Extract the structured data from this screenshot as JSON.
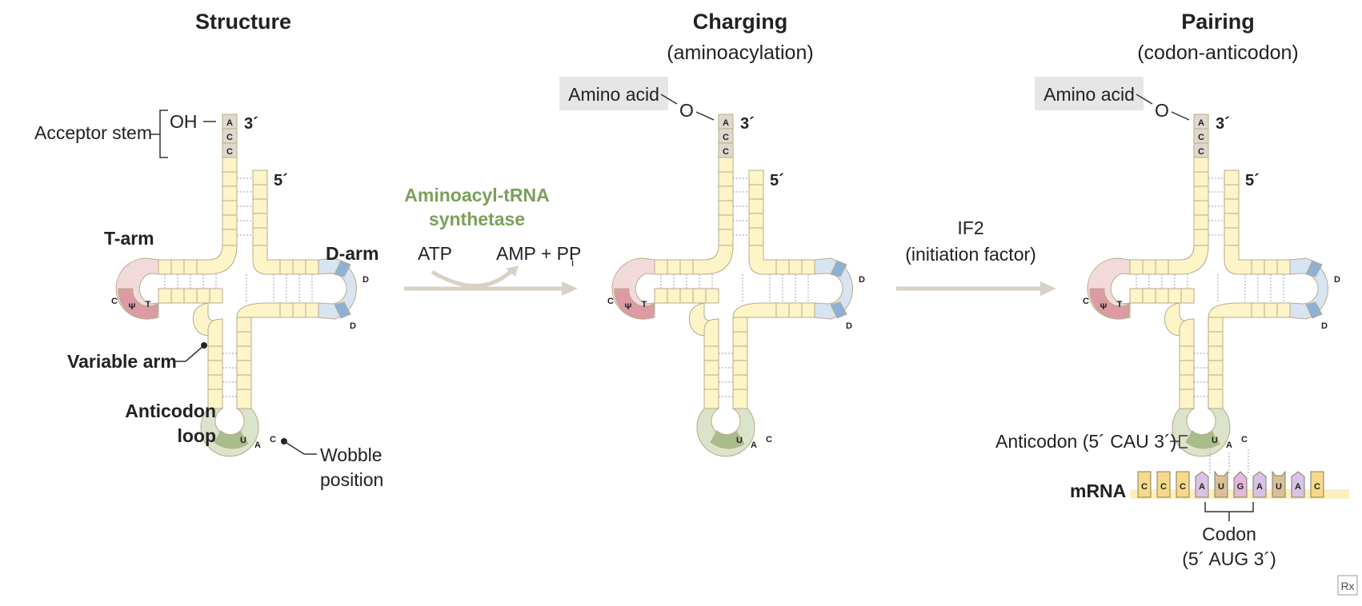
{
  "headings": {
    "structure": "Structure",
    "charging": "Charging",
    "charging_sub": "(aminoacylation)",
    "pairing": "Pairing",
    "pairing_sub": "(codon-anticodon)"
  },
  "labels": {
    "acceptor_stem": "Acceptor stem",
    "oh": "OH",
    "three_prime": "3´",
    "five_prime": "5´",
    "t_arm": "T-arm",
    "d_arm": "D-arm",
    "variable_arm": "Variable arm",
    "anticodon": "Anticodon",
    "loop": "loop",
    "wobble": "Wobble",
    "position": "position",
    "amino_acid": "Amino acid",
    "o": "O",
    "synthetase_1": "Aminoacyl-tRNA",
    "synthetase_2": "synthetase",
    "atp": "ATP",
    "amp": "AMP + PP",
    "amp_sub": "i",
    "if2": "IF2",
    "initiation_factor": "(initiation factor)",
    "anticodon_seq": "Anticodon (5´ CAU 3´)",
    "mrna": "mRNA",
    "codon": "Codon",
    "codon_seq": "(5´ AUG 3´)",
    "logo": "Rx"
  },
  "bases": {
    "acceptor": [
      "A",
      "C",
      "C"
    ],
    "t_loop": [
      "C",
      "Ψ",
      "T"
    ],
    "d_loop": [
      "D",
      "D"
    ],
    "anticodon": [
      "U",
      "A",
      "C"
    ],
    "mrna": [
      "C",
      "C",
      "C",
      "A",
      "U",
      "G",
      "A",
      "U",
      "A",
      "C"
    ]
  },
  "colors": {
    "stem": "#fdf4c7",
    "acceptor": "#e0d8ce",
    "t_loop_light": "#f3dada",
    "t_loop_dark": "#dc9ba3",
    "d_loop_light": "#d9e4f2",
    "d_loop_dark": "#8fb0d6",
    "anticodon_light": "#dbe3cb",
    "anticodon_dark": "#a9bd8c",
    "mrna_C": "#f6d98a",
    "mrna_A": "#d9c2e6",
    "mrna_U": "#d8c19a",
    "mrna_G": "#e2b8dc",
    "highlight": "#e6e6e6",
    "arrow": "#d8d2c6",
    "green_text": "#7ba05b"
  }
}
